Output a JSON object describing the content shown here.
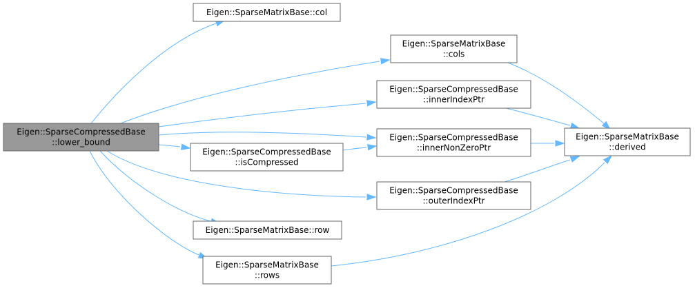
{
  "diagram": {
    "colors": {
      "edge": "#63b8ff",
      "root_fill": "#999999",
      "node_fill": "#ffffff",
      "border": "#666666"
    },
    "nodes": [
      {
        "id": "lower_bound",
        "root": true,
        "lines": [
          "Eigen::SparseCompressedBase",
          "::lower_bound"
        ]
      },
      {
        "id": "col",
        "lines": [
          "Eigen::SparseMatrixBase::col"
        ]
      },
      {
        "id": "cols",
        "lines": [
          "Eigen::SparseMatrixBase",
          "::cols"
        ]
      },
      {
        "id": "innerIndexPtr",
        "lines": [
          "Eigen::SparseCompressedBase",
          "::innerIndexPtr"
        ]
      },
      {
        "id": "innerNonZeroPtr",
        "lines": [
          "Eigen::SparseCompressedBase",
          "::innerNonZeroPtr"
        ]
      },
      {
        "id": "isCompressed",
        "lines": [
          "Eigen::SparseCompressedBase",
          "::isCompressed"
        ]
      },
      {
        "id": "outerIndexPtr",
        "lines": [
          "Eigen::SparseCompressedBase",
          "::outerIndexPtr"
        ]
      },
      {
        "id": "row",
        "lines": [
          "Eigen::SparseMatrixBase::row"
        ]
      },
      {
        "id": "rows",
        "lines": [
          "Eigen::SparseMatrixBase",
          "::rows"
        ]
      },
      {
        "id": "derived",
        "lines": [
          "Eigen::SparseMatrixBase",
          "::derived"
        ]
      }
    ],
    "edges": [
      {
        "from": "lower_bound",
        "to": "col"
      },
      {
        "from": "lower_bound",
        "to": "cols"
      },
      {
        "from": "lower_bound",
        "to": "innerIndexPtr"
      },
      {
        "from": "lower_bound",
        "to": "innerNonZeroPtr"
      },
      {
        "from": "lower_bound",
        "to": "isCompressed"
      },
      {
        "from": "lower_bound",
        "to": "outerIndexPtr"
      },
      {
        "from": "lower_bound",
        "to": "row"
      },
      {
        "from": "lower_bound",
        "to": "rows"
      },
      {
        "from": "cols",
        "to": "derived"
      },
      {
        "from": "innerIndexPtr",
        "to": "derived"
      },
      {
        "from": "innerNonZeroPtr",
        "to": "derived"
      },
      {
        "from": "isCompressed",
        "to": "innerNonZeroPtr"
      },
      {
        "from": "outerIndexPtr",
        "to": "derived"
      },
      {
        "from": "rows",
        "to": "derived"
      }
    ]
  }
}
